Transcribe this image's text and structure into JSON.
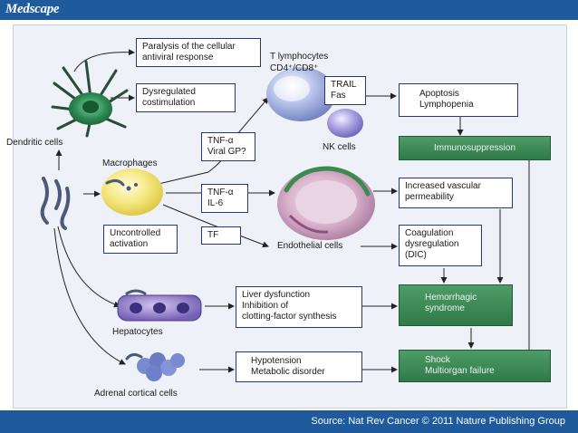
{
  "header": {
    "logo": "Medscape"
  },
  "footer": {
    "source": "Source: Nat Rev Cancer © 2011 Nature Publishing Group"
  },
  "cells": {
    "dendritic": "Dendritic cells",
    "macrophages": "Macrophages",
    "t_lymphocytes_line1": "T lymphocytes",
    "t_lymphocytes_line2": "CD4⁺/CD8⁺",
    "nk": "NK cells",
    "endothelial": "Endothelial cells",
    "hepatocytes": "Hepatocytes",
    "adrenal": "Adrenal cortical cells"
  },
  "boxes": {
    "paralysis": [
      "Paralysis of the cellular",
      "antiviral response"
    ],
    "costim": [
      "Dysregulated",
      "costimulation"
    ],
    "trail_fas": [
      "TRAIL",
      "Fas"
    ],
    "apoptosis": [
      "Apoptosis",
      "Lymphopenia"
    ],
    "tnf_viral": [
      "TNF-α",
      "Viral GP?"
    ],
    "tnf_il6": [
      "TNF-α",
      "IL-6"
    ],
    "tf": [
      "TF"
    ],
    "uncontrolled": [
      "Uncontrolled",
      "activation"
    ],
    "vascular": [
      "Increased vascular",
      "permeability"
    ],
    "coagulation": [
      "Coagulation",
      "dysregulation",
      "(DIC)"
    ],
    "liver": [
      "Liver dysfunction",
      "Inhibition of",
      "clotting-factor synthesis"
    ],
    "hypotension": [
      "Hypotension",
      "Metabolic disorder"
    ]
  },
  "outcomes": {
    "immunosuppression": [
      "Immunosuppression"
    ],
    "hemorrhagic": [
      "Hemorrhagic",
      "syndrome"
    ],
    "shock": [
      "Shock",
      "Multiorgan failure"
    ]
  },
  "colors": {
    "header_bar": "#1e5a9c",
    "panel": "#eef1f7",
    "box_border": "#27387a",
    "outcome_green": "#3a8553",
    "arrow": "#222222"
  }
}
